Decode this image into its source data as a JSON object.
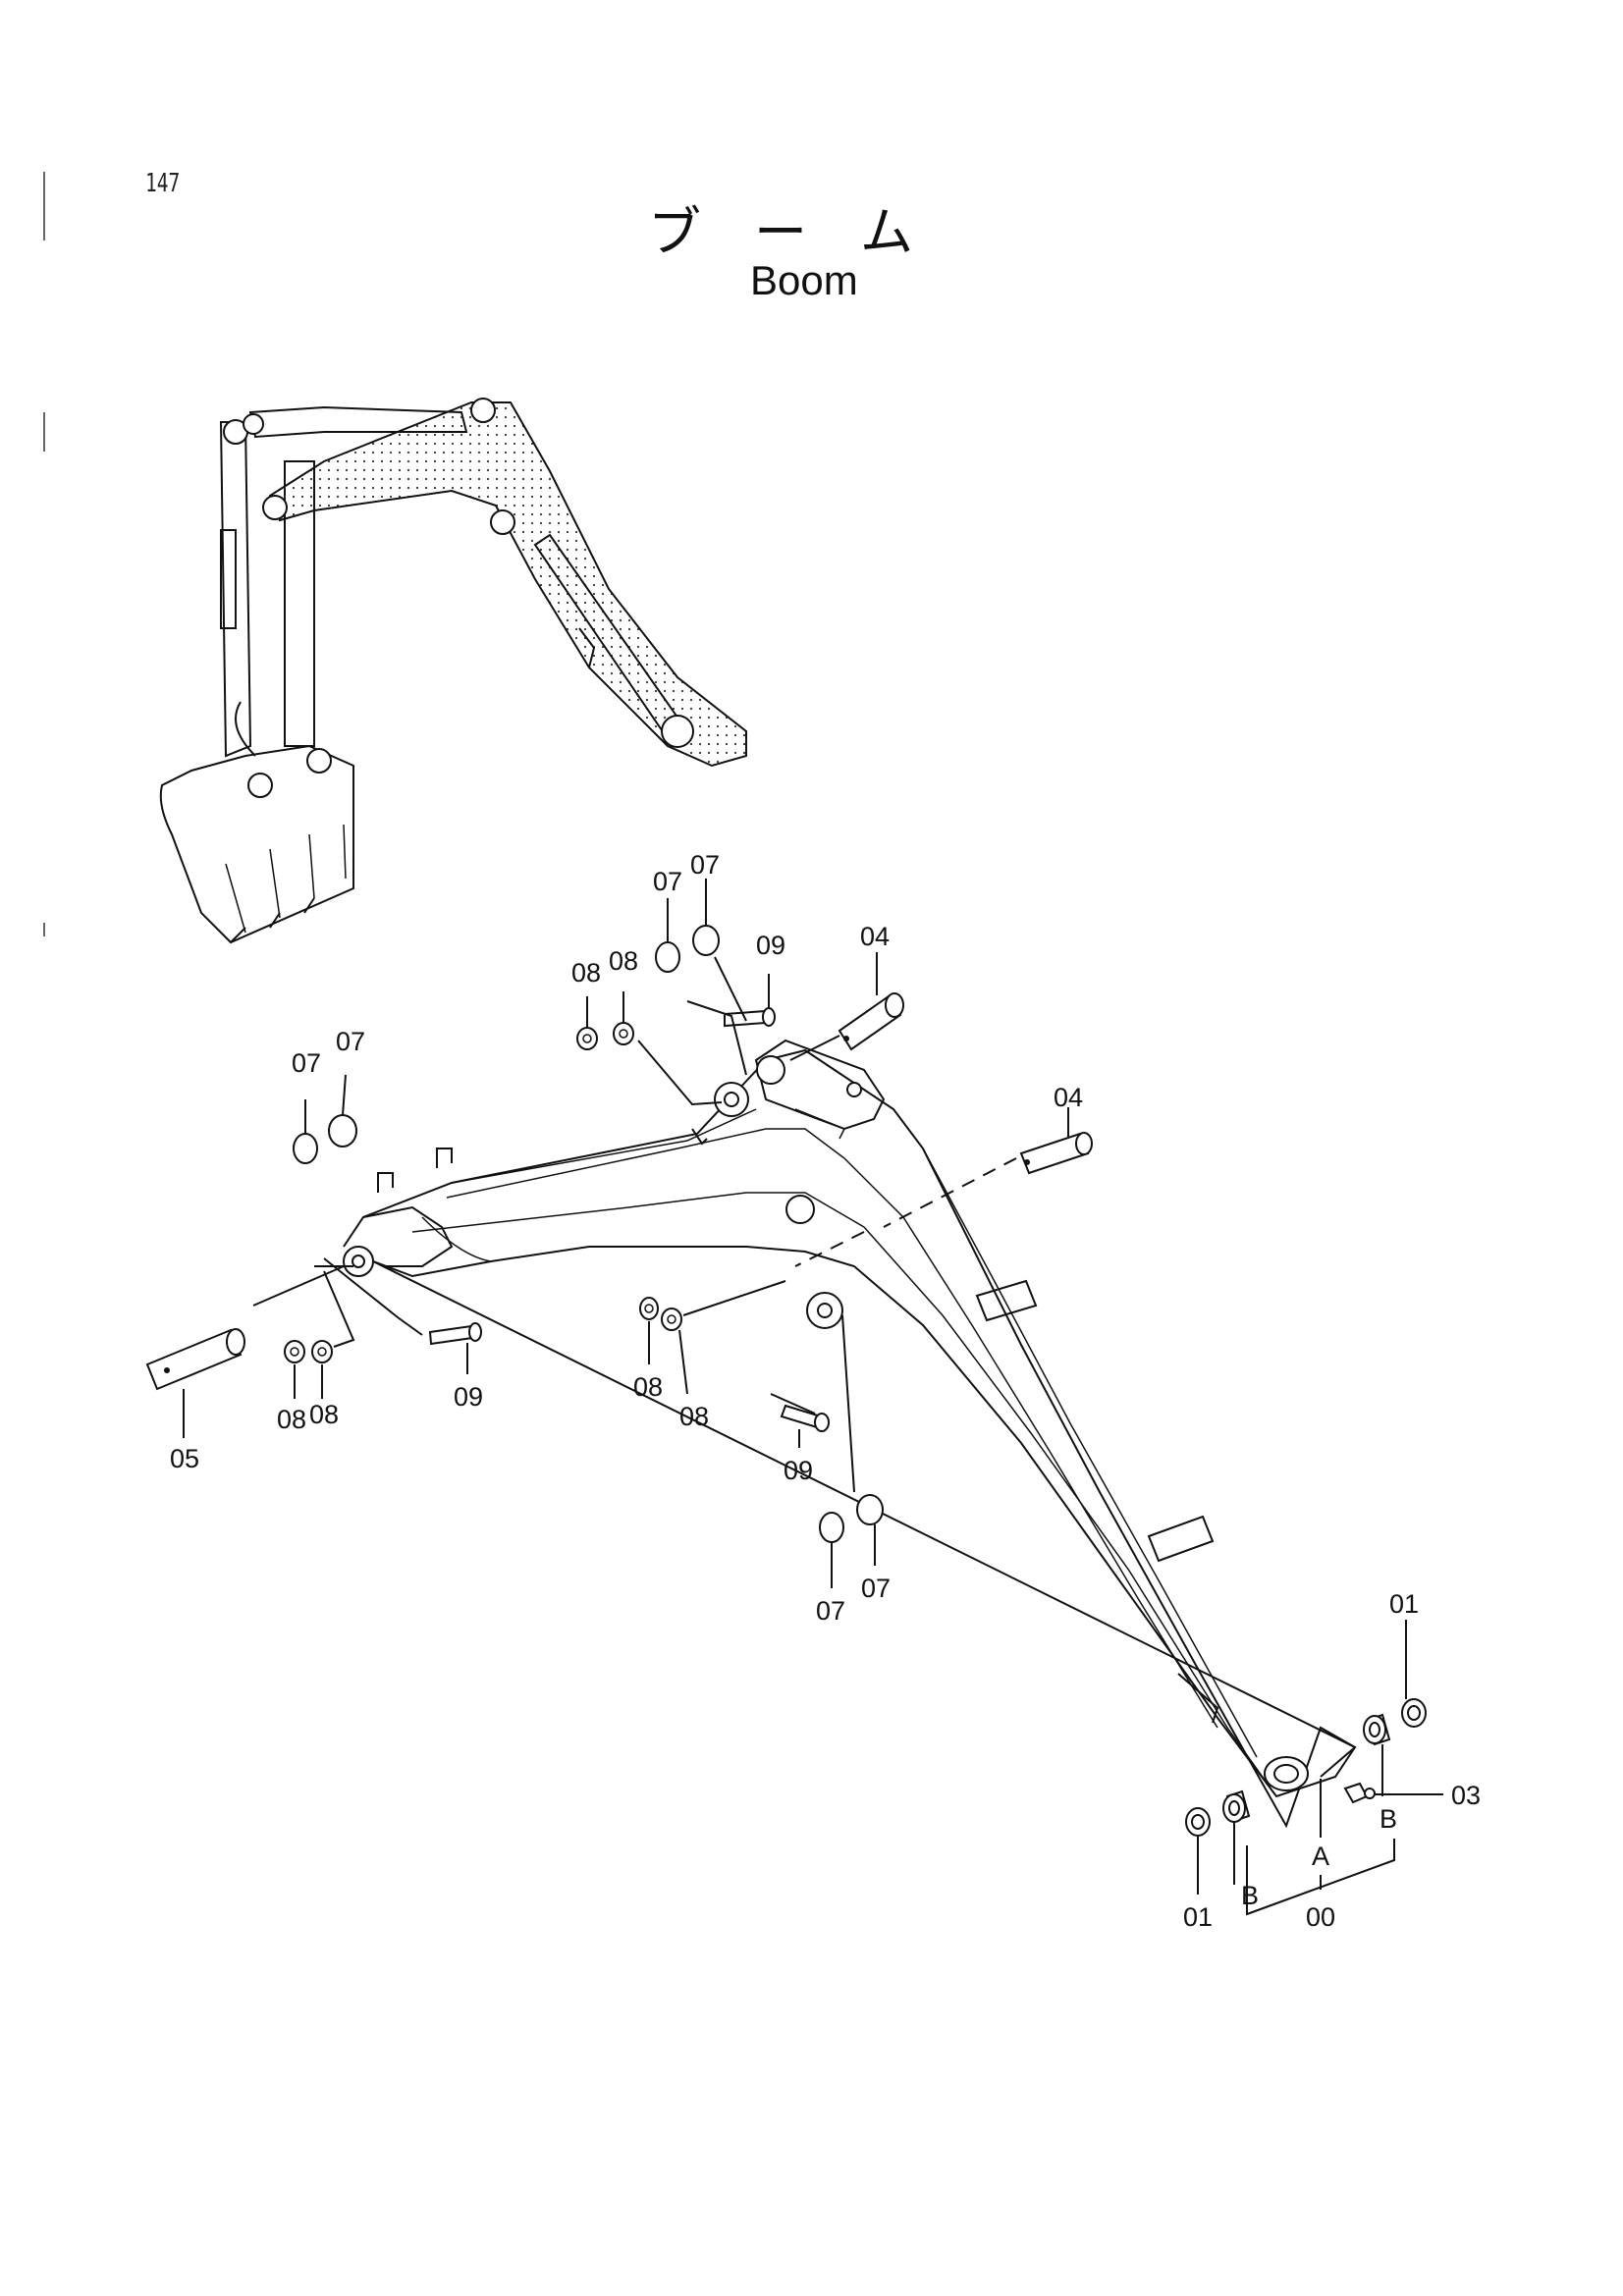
{
  "page": {
    "number": "147"
  },
  "title": {
    "japanese": "ブ　ー　ム",
    "english": "Boom"
  },
  "callouts": [
    {
      "id": "c1",
      "text": "07"
    },
    {
      "id": "c2",
      "text": "07"
    },
    {
      "id": "c3",
      "text": "09"
    },
    {
      "id": "c4",
      "text": "04"
    },
    {
      "id": "c5",
      "text": "08"
    },
    {
      "id": "c6",
      "text": "08"
    },
    {
      "id": "c7",
      "text": "04"
    },
    {
      "id": "c8",
      "text": "07"
    },
    {
      "id": "c9",
      "text": "07"
    },
    {
      "id": "c10",
      "text": "09"
    },
    {
      "id": "c11",
      "text": "05"
    },
    {
      "id": "c12",
      "text": "08"
    },
    {
      "id": "c13",
      "text": "08"
    },
    {
      "id": "c14",
      "text": "08"
    },
    {
      "id": "c15",
      "text": "08"
    },
    {
      "id": "c16",
      "text": "09"
    },
    {
      "id": "c17",
      "text": "07"
    },
    {
      "id": "c18",
      "text": "07"
    },
    {
      "id": "c19",
      "text": "01"
    },
    {
      "id": "c20",
      "text": "03"
    },
    {
      "id": "c21",
      "text": "01"
    },
    {
      "id": "c22",
      "text": "00"
    }
  ],
  "reference_letters": [
    {
      "id": "r1",
      "text": "A"
    },
    {
      "id": "r2",
      "text": "B"
    },
    {
      "id": "r3",
      "text": "B"
    }
  ]
}
